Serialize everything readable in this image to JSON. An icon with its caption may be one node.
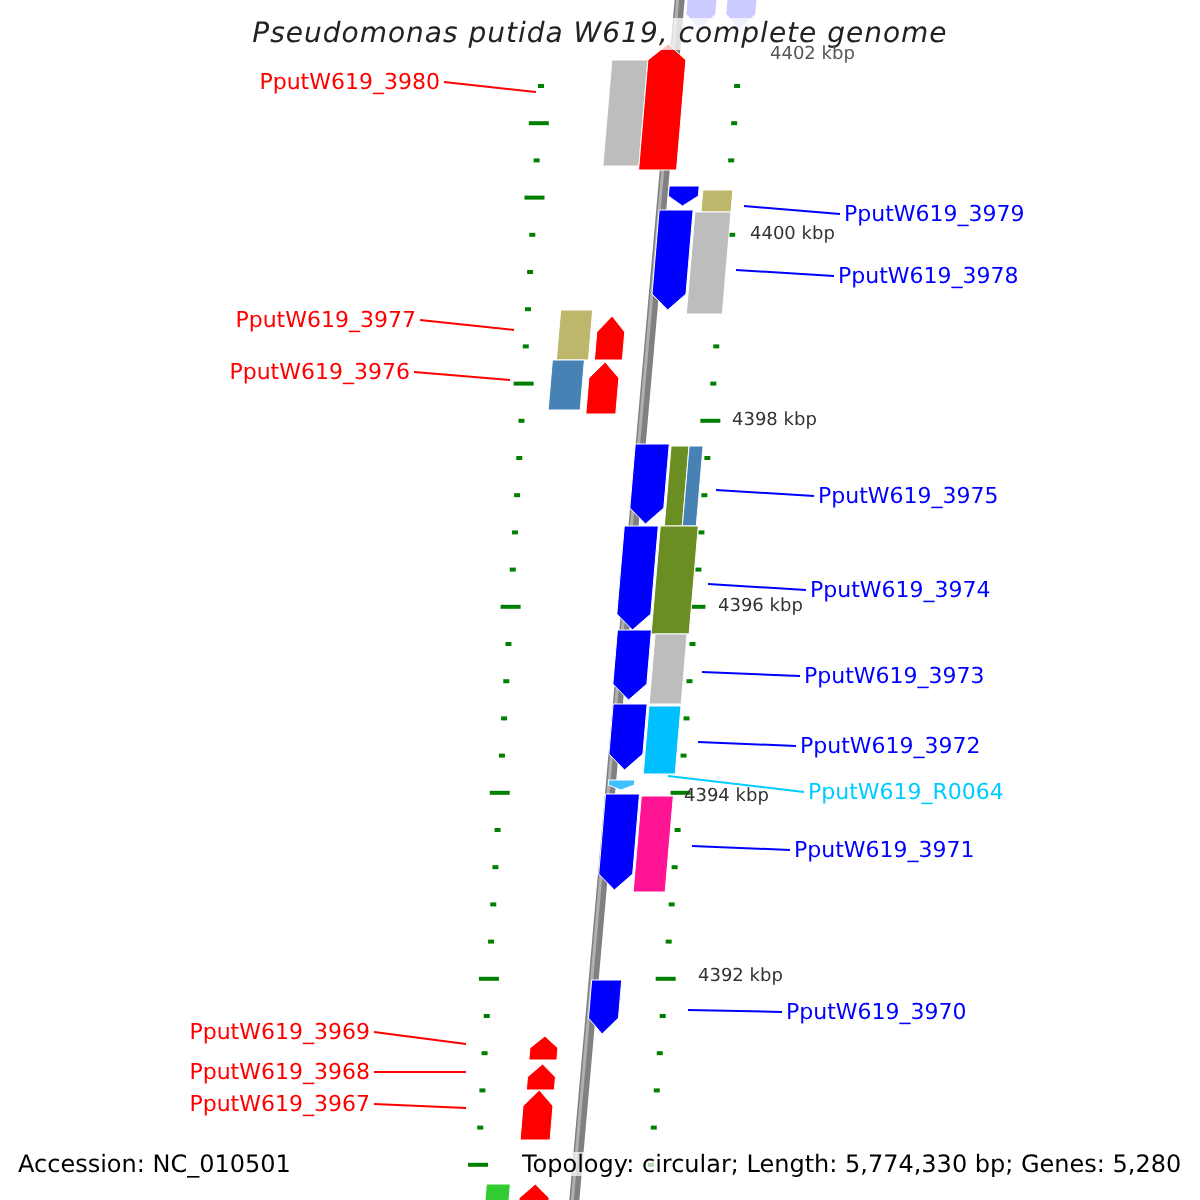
{
  "diagram": {
    "title": "Pseudomonas putida W619, complete genome",
    "nodes": [
      {
        "text": [
          "PputW619_3980"
        ]
      },
      {
        "text": [
          "PputW619_3979"
        ]
      },
      {
        "text": [
          "PputW619_3978"
        ]
      },
      {
        "text": [
          "PputW619_3977"
        ]
      },
      {
        "text": [
          "PputW619_3976"
        ]
      },
      {
        "text": [
          "PputW619_3975"
        ]
      },
      {
        "text": [
          "PputW619_3974"
        ]
      },
      {
        "text": [
          "PputW619_3973"
        ]
      },
      {
        "text": [
          "PputW619_3972"
        ]
      },
      {
        "text": [
          "PputW619_R0064"
        ]
      },
      {
        "text": [
          "PputW619_3971"
        ]
      },
      {
        "text": [
          "PputW619_3970"
        ]
      },
      {
        "text": [
          "PputW619_3969"
        ]
      },
      {
        "text": [
          "PputW619_3968"
        ]
      },
      {
        "text": [
          "PputW619_3967"
        ]
      }
    ],
    "edges": [
      {
        "from": 0,
        "to": null,
        "arrow": "none",
        "color": "#ff0000"
      },
      {
        "from": 1,
        "to": null,
        "arrow": "none"
      },
      {
        "from": 2,
        "to": null,
        "arrow": "none"
      },
      {
        "from": 3,
        "to": null,
        "arrow": "none",
        "color": "#ff0000"
      },
      {
        "from": 4,
        "to": null,
        "arrow": "none",
        "color": "#ff0000"
      },
      {
        "from": 5,
        "to": null,
        "arrow": "none"
      },
      {
        "from": 6,
        "to": null,
        "arrow": "none"
      },
      {
        "from": 7,
        "to": null,
        "arrow": "none"
      },
      {
        "from": 8,
        "to": null,
        "arrow": "none"
      },
      {
        "from": 9,
        "to": null,
        "arrow": "none",
        "color": "#00ccff"
      },
      {
        "from": 10,
        "to": null,
        "arrow": "none"
      },
      {
        "from": 11,
        "to": null,
        "arrow": "none"
      },
      {
        "from": 12,
        "to": null,
        "arrow": "none",
        "color": "#ff0000"
      },
      {
        "from": 13,
        "to": null,
        "arrow": "none",
        "color": "#ff0000"
      },
      {
        "from": 14,
        "to": null,
        "arrow": "none",
        "color": "#ff0000"
      }
    ],
    "labels": [
      "4402 kbp",
      "4400 kbp",
      "4398 kbp",
      "4396 kbp",
      "4394 kbp",
      "4392 kbp",
      "Accession: NC_010501",
      "Topology: circular; Length: 5,774,330 bp; Genes: 5,280"
    ]
  }
}
